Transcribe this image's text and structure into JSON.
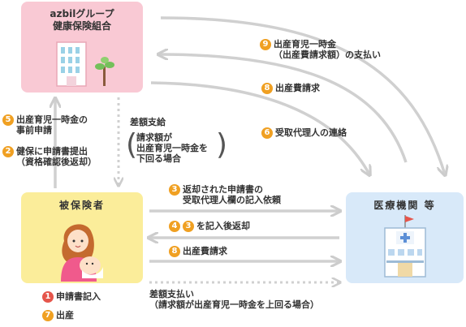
{
  "nodes": {
    "union": "azbilグループ\n健康保険組合",
    "patient": "被保険者",
    "hospital": "医療機関 等"
  },
  "badges": {
    "n1": "1",
    "n2": "2",
    "n3": "3",
    "n4": "4",
    "n5": "5",
    "n6": "6",
    "n7": "7",
    "n8": "8",
    "n9": "9"
  },
  "steps": {
    "s9": "出産育児一時金\n（出産費請求額）の支払い",
    "s8_top": "出産費請求",
    "s6": "受取代理人の連絡",
    "s5": "出産育児一時金の\n事前申請",
    "s2": "健保に申請書提出\n（資格確認後返却）",
    "diff_pay_label": "差額支給",
    "diff_pay_cond": "請求額が\n出産育児一時金を\n下回る場合",
    "s3": "返却された申請書の\n受取代理人欄の記入依頼",
    "s4_text": "を記入後返却",
    "s8_mid": "出産費請求",
    "diff_patient": "差額支払い\n（請求額が出産育児一時金を上回る場合）",
    "s1": "申請書記入",
    "s7": "出産"
  },
  "colors": {
    "union_box": "#f9c9d4",
    "patient_box": "#fbed9a",
    "hospital_box": "#d8e9f9",
    "badge_red": "#e5554b",
    "badge_orange": "#f0a022",
    "arrow": "#d0d0d0"
  }
}
